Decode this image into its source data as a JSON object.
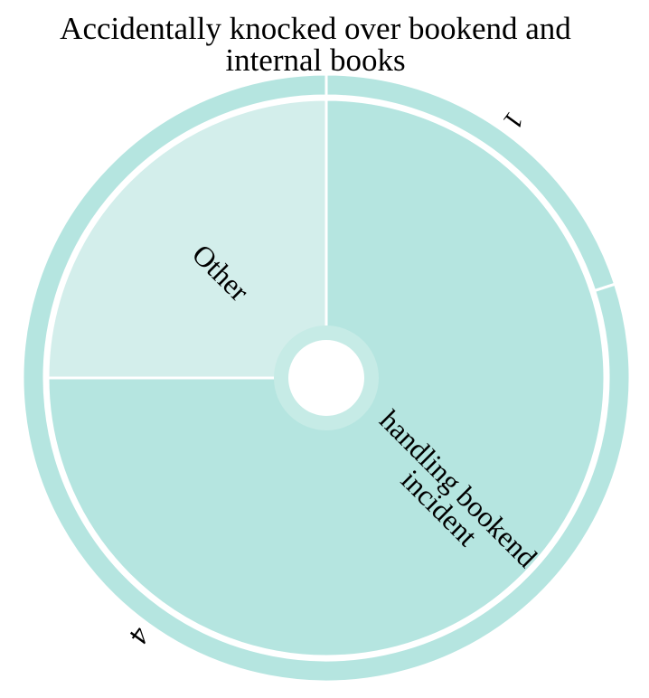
{
  "chart_data": {
    "type": "pie",
    "title_lines": [
      "Accidentally knocked over bookend and",
      "internal books"
    ],
    "inner": {
      "categories": [
        "Other",
        "handling bookend incident"
      ],
      "values": [
        1,
        3
      ],
      "colors": [
        "#d3eeeb",
        "#b5e5e0"
      ]
    },
    "outer": {
      "labels": [
        "1",
        "4"
      ],
      "values": [
        1,
        4
      ],
      "color": "#b5e5e0"
    },
    "legend": "none"
  }
}
